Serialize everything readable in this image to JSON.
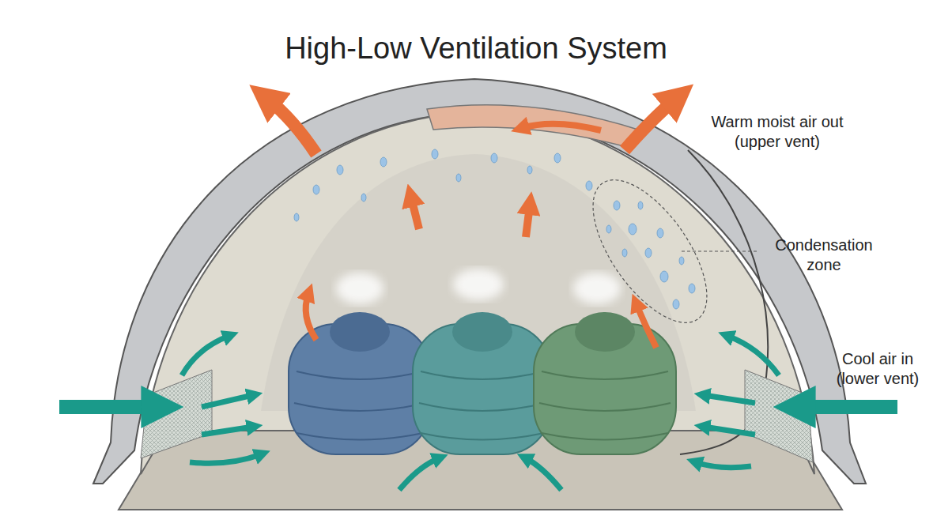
{
  "diagram": {
    "title": "High-Low Ventilation System",
    "labels": [
      "Warm moist air out (upper vent)",
      "Condensation zone",
      "Cool air in (lower vent)"
    ]
  }
}
